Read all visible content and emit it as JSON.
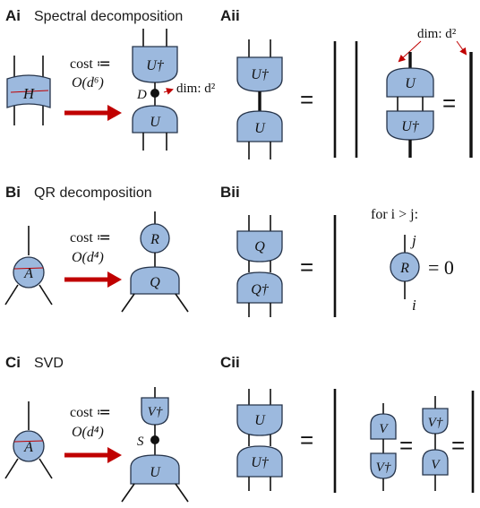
{
  "panels": {
    "Ai": {
      "label": "Ai",
      "title": "Spectral decomposition",
      "cost_line1": "cost ≔",
      "cost_line2": "O(d⁶)",
      "dim": "dim: d²",
      "bond": "D",
      "tensor_in": "H",
      "upper": "U†",
      "lower": "U"
    },
    "Aii": {
      "label": "Aii",
      "dim": "dim: d²",
      "upper": "U†",
      "lower": "U",
      "upper2": "U",
      "lower2": "U†",
      "eq": "="
    },
    "Bi": {
      "label": "Bi",
      "title": "QR decomposition",
      "cost_line1": "cost ≔",
      "cost_line2": "O(d⁴)",
      "tensor_in": "A",
      "upper": "R",
      "lower": "Q"
    },
    "Bii": {
      "label": "Bii",
      "upper": "Q",
      "lower": "Q†",
      "eq": "=",
      "condition": "for i > j:",
      "tensor": "R",
      "idx_top": "j",
      "idx_bottom": "i",
      "result": "= 0"
    },
    "Ci": {
      "label": "Ci",
      "title": "SVD",
      "cost_line1": "cost ≔",
      "cost_line2": "O(d⁴)",
      "tensor_in": "A",
      "upper": "V†",
      "bond": "S",
      "lower": "U"
    },
    "Cii": {
      "label": "Cii",
      "upper": "U",
      "lower": "U†",
      "eq": "=",
      "v_top": "V",
      "v_bottom": "V†",
      "vd_top": "V†",
      "vd_bottom": "V"
    }
  },
  "colors": {
    "tensor_fill": "#9cb9de",
    "arrow": "#c00000",
    "annotation": "#c00000"
  }
}
